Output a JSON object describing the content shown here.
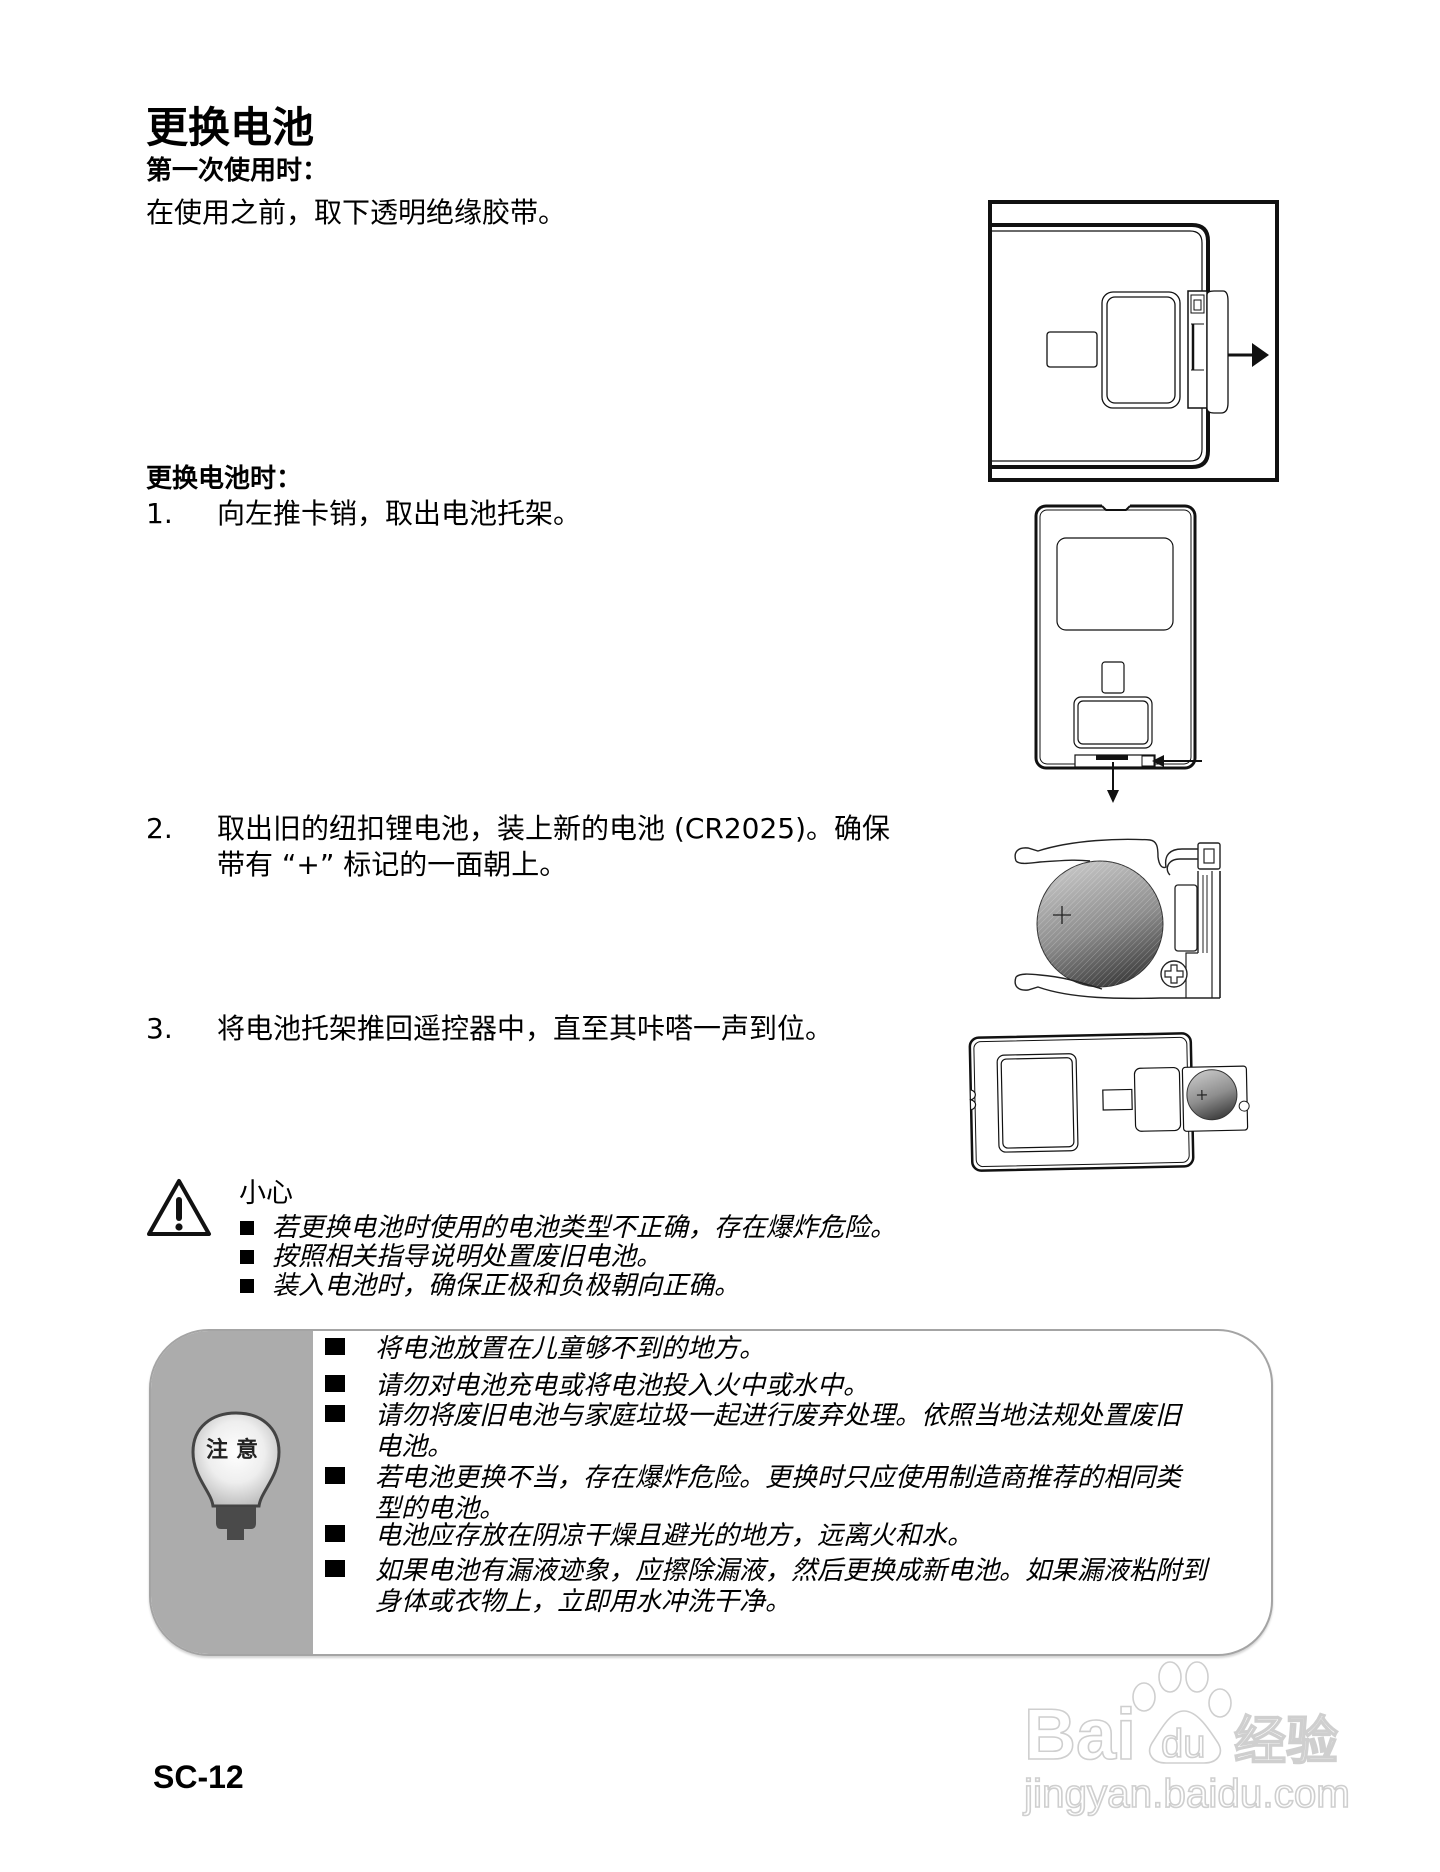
{
  "page": {
    "title": "更换电池",
    "first_use": {
      "heading": "第一次使用时：",
      "text": "在使用之前，取下透明绝缘胶带。"
    },
    "replace": {
      "heading": "更换电池时：",
      "steps": [
        {
          "num": "1.",
          "lines": [
            "向左推卡销，取出电池托架。"
          ]
        },
        {
          "num": "2.",
          "lines": [
            "取出旧的纽扣锂电池，装上新的电池 (CR2025)。确保",
            "带有 “+” 标记的一面朝上。"
          ]
        },
        {
          "num": "3.",
          "lines": [
            "将电池托架推回遥控器中，直至其咔嗒一声到位。"
          ]
        }
      ]
    },
    "illustrations": [
      {
        "name": "remove-insulation-tab",
        "icon": "remote-with-pull-tab-arrow"
      },
      {
        "name": "push-latch-remove-tray",
        "icon": "remote-tray-arrows"
      },
      {
        "name": "battery-tray-with-cr2025",
        "icon": "battery-tray",
        "battery_mark": "+"
      },
      {
        "name": "insert-tray-back",
        "icon": "remote-tray-inserted",
        "battery_mark": "+"
      }
    ],
    "caution": {
      "icon": "warning-triangle-icon",
      "title": "小心",
      "items": [
        "若更换电池时使用的电池类型不正确，存在爆炸危险。",
        "按照相关指导说明处置废旧电池。",
        "装入电池时，确保正极和负极朝向正确。"
      ]
    },
    "note": {
      "icon": "lightbulb-icon",
      "label": "注意",
      "colors": {
        "sidebar": "#acacac",
        "border": "#a4a4a4"
      },
      "items": [
        {
          "lines": [
            "将电池放置在儿童够不到的地方。"
          ]
        },
        {
          "lines": [
            "请勿对电池充电或将电池投入火中或水中。"
          ]
        },
        {
          "lines": [
            "请勿将废旧电池与家庭垃圾一起进行废弃处理。依照当地法规处置废旧",
            "电池。"
          ]
        },
        {
          "lines": [
            "若电池更换不当，存在爆炸危险。更换时只应使用制造商推荐的相同类",
            "型的电池。"
          ]
        },
        {
          "lines": [
            "电池应存放在阴凉干燥且避光的地方，远离火和水。"
          ]
        },
        {
          "lines": [
            "如果电池有漏液迹象，应擦除漏液，然后更换成新电池。如果漏液粘附到",
            "身体或衣物上，立即用水冲洗干净。"
          ]
        }
      ]
    },
    "footer": {
      "page_number": "SC-12"
    },
    "watermark": {
      "brand": "Bai",
      "paw_text": "du",
      "cn": "经验",
      "url": "jingyan.baidu.com"
    }
  }
}
